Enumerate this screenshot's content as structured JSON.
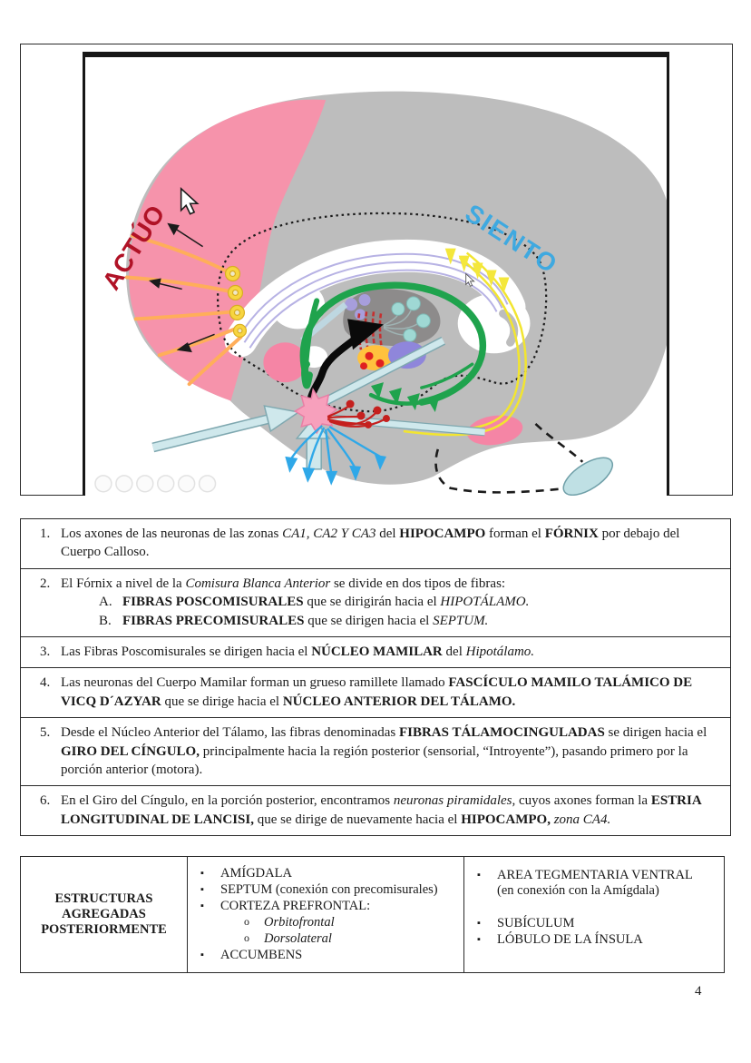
{
  "page": {
    "number": "4"
  },
  "figure": {
    "labels": {
      "left": "ACTÚO",
      "right": "SIENTO"
    },
    "colors": {
      "actuo_red": "#B01226",
      "siento_blue": "#3FA9E0",
      "cortex_gray": "#BDBDBD",
      "frontal_pink": "#F693AB",
      "fornix_green": "#1FA34D",
      "tract_yellow": "#F2E530",
      "neuron_blue": "#2FA8E8",
      "neuron_red": "#C5201E",
      "arrow_lightblue": "#CFE8EC",
      "thalamus_gray": "#8D8B8B",
      "callosum_lavender": "#B7B2E4",
      "nucleus_purple": "#8F86DB",
      "mammillary_orange": "#FFC23E",
      "fiber_orange": "#FFAE5A"
    }
  },
  "list": {
    "items": [
      {
        "number": "1.",
        "segments": [
          {
            "t": "Los axones de las neuronas de las zonas "
          },
          {
            "t": "CA1, CA2 Y CA3",
            "i": true
          },
          {
            "t": " del "
          },
          {
            "t": "HIPOCAMPO",
            "b": true
          },
          {
            "t": " forman el "
          },
          {
            "t": "FÓRNIX",
            "b": true
          },
          {
            "t": " por debajo del Cuerpo Calloso."
          }
        ]
      },
      {
        "number": "2.",
        "segments": [
          {
            "t": "El Fórnix a nivel de la "
          },
          {
            "t": "Comisura Blanca Anterior",
            "i": true
          },
          {
            "t": "  se divide en dos tipos de fibras:"
          }
        ],
        "subitems": [
          {
            "letter": "A.",
            "segments": [
              {
                "t": "FIBRAS POSCOMISURALES",
                "b": true
              },
              {
                "t": " que se dirigirán hacia el "
              },
              {
                "t": "HIPOTÁLAMO.",
                "i": true
              }
            ]
          },
          {
            "letter": "B.",
            "segments": [
              {
                "t": "FIBRAS PRECOMISURALES",
                "b": true
              },
              {
                "t": " que se dirigen hacia el "
              },
              {
                "t": "SEPTUM.",
                "i": true
              }
            ]
          }
        ]
      },
      {
        "number": "3.",
        "segments": [
          {
            "t": "Las Fibras Poscomisurales se dirigen hacia el "
          },
          {
            "t": "NÚCLEO MAMILAR",
            "b": true
          },
          {
            "t": " del "
          },
          {
            "t": "Hipotálamo.",
            "i": true
          }
        ]
      },
      {
        "number": "4.",
        "segments": [
          {
            "t": "Las neuronas del Cuerpo Mamilar forman un grueso ramillete llamado "
          },
          {
            "t": "FASCÍCULO MAMILO TALÁMICO DE VICQ D´AZYAR",
            "b": true
          },
          {
            "t": " que se dirige hacia el "
          },
          {
            "t": "NÚCLEO ANTERIOR DEL TÁLAMO.",
            "b": true
          }
        ]
      },
      {
        "number": "5.",
        "segments": [
          {
            "t": "Desde el Núcleo Anterior del Tálamo, las fibras denominadas "
          },
          {
            "t": "FIBRAS TÁLAMOCINGULADAS",
            "b": true
          },
          {
            "t": " se dirigen hacia el "
          },
          {
            "t": "GIRO DEL CÍNGULO,",
            "b": true
          },
          {
            "t": " principalmente hacia la región posterior (sensorial, “Introyente”), pasando primero por la porción anterior (motora)."
          }
        ]
      },
      {
        "number": "6.",
        "segments": [
          {
            "t": "En el Giro del Cíngulo, en la porción posterior, encontramos "
          },
          {
            "t": "neuronas piramidales,",
            "i": true
          },
          {
            "t": " cuyos axones forman la "
          },
          {
            "t": "ESTRIA LONGITUDINAL DE LANCISI,",
            "b": true
          },
          {
            "t": " que se dirige de nuevamente hacia el "
          },
          {
            "t": "HIPOCAMPO,",
            "b": true
          },
          {
            "t": " "
          },
          {
            "t": "zona CA4.",
            "i": true
          }
        ]
      }
    ]
  },
  "table": {
    "header": "ESTRUCTURAS AGREGADAS POSTERIORMENTE",
    "col2": [
      {
        "marker": "▪",
        "segments": [
          {
            "t": "AMÍGDALA"
          }
        ]
      },
      {
        "marker": "▪",
        "segments": [
          {
            "t": "SEPTUM (conexión con precomisurales)"
          }
        ]
      },
      {
        "marker": "▪",
        "segments": [
          {
            "t": "CORTEZA PREFRONTAL:"
          }
        ]
      },
      {
        "marker": "o",
        "segments": [
          {
            "t": "Orbitofrontal",
            "i": true
          }
        ]
      },
      {
        "marker": "o",
        "segments": [
          {
            "t": "Dorsolateral",
            "i": true
          }
        ]
      },
      {
        "marker": "▪",
        "segments": [
          {
            "t": "ACCUMBENS"
          }
        ]
      }
    ],
    "col3": [
      {
        "marker": "▪",
        "lines": [
          "AREA TEGMENTARIA VENTRAL",
          "(en conexión con la Amígdala)"
        ]
      },
      {
        "marker": "▪",
        "lines": [
          "SUBÍCULUM"
        ]
      },
      {
        "marker": "▪",
        "lines": [
          "LÓBULO DE LA ÍNSULA"
        ]
      }
    ]
  }
}
